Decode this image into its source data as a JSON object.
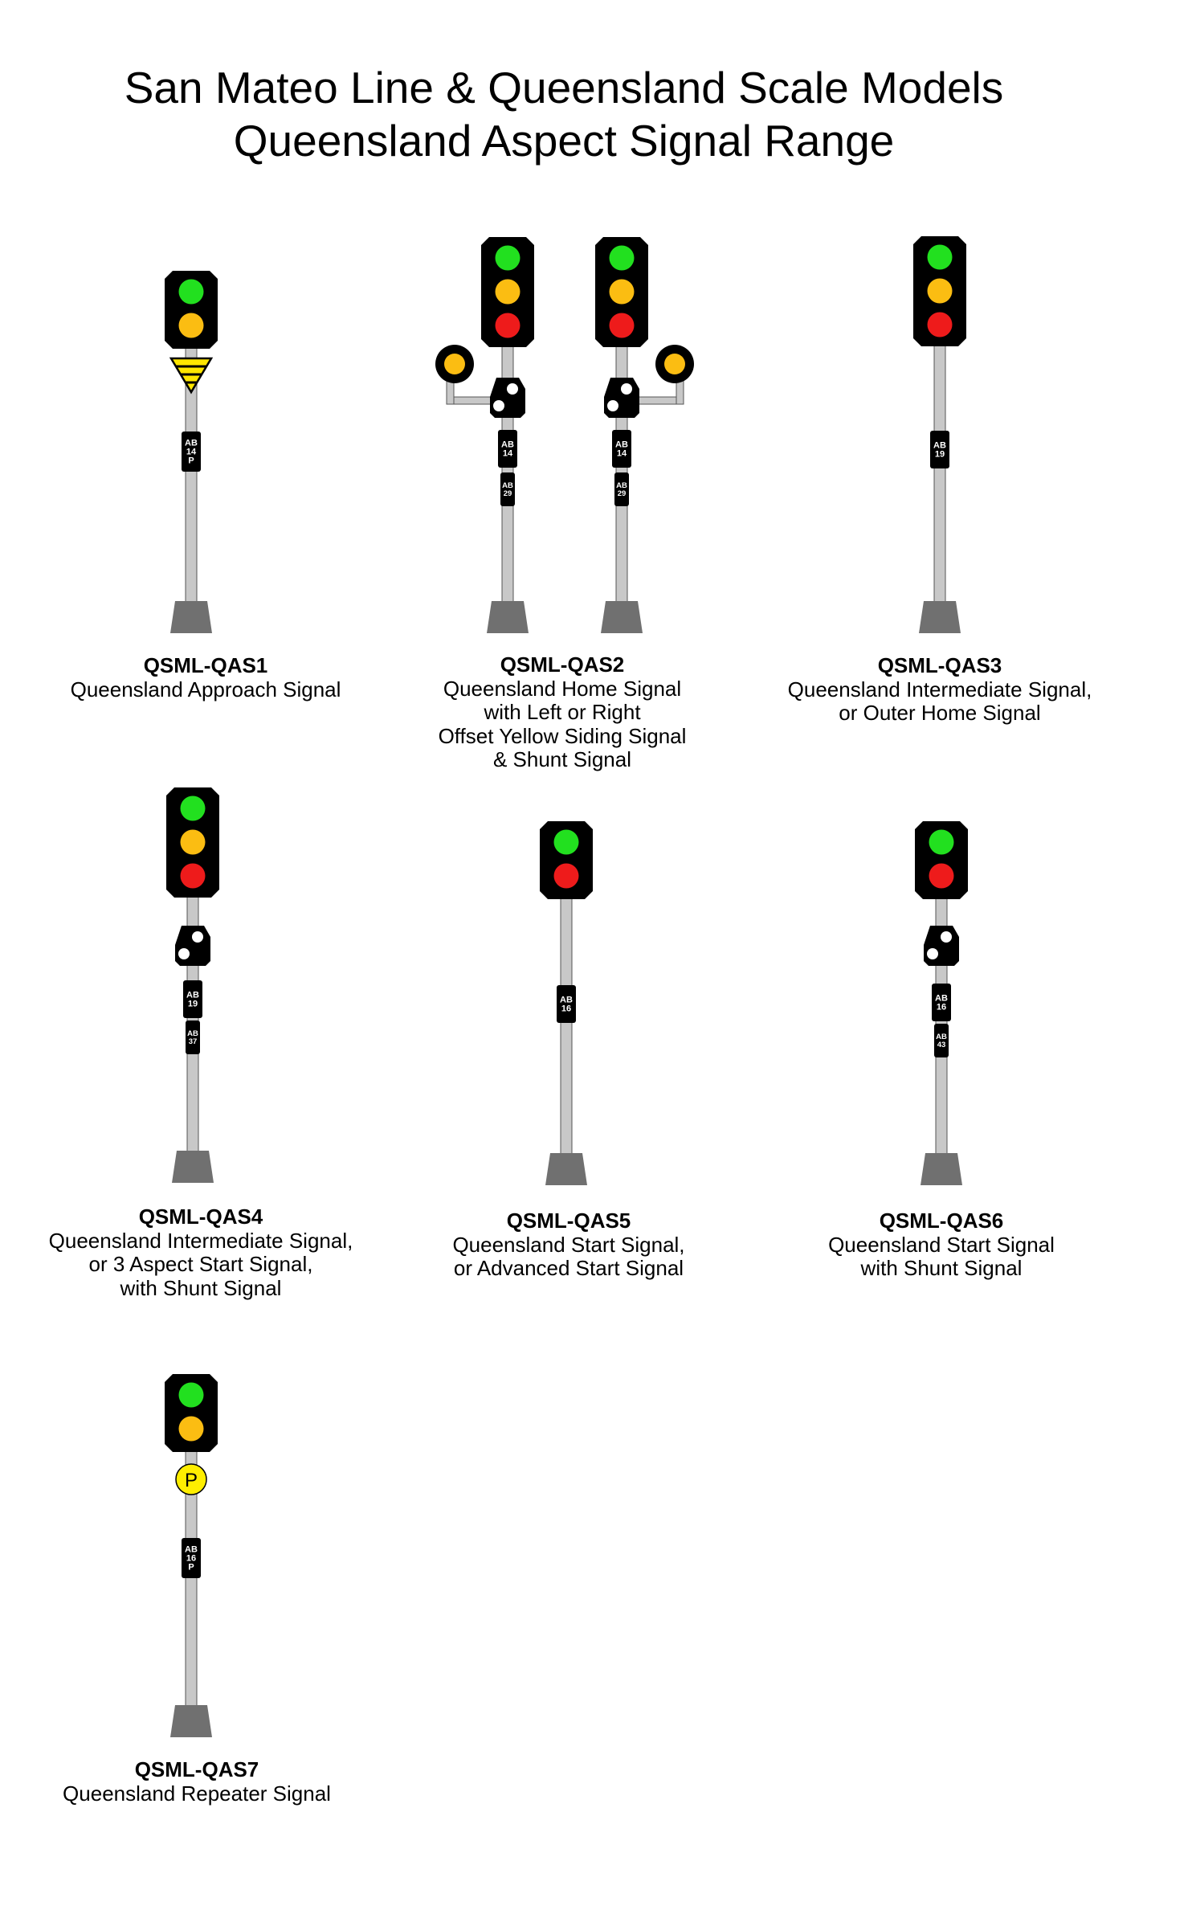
{
  "title": {
    "line1": "San Mateo Line & Queensland Scale Models",
    "line2": "Queensland Aspect Signal Range"
  },
  "colors": {
    "green": "#22e01f",
    "yellow": "#fbbd12",
    "red": "#ee1b1b",
    "head": "#000000",
    "pole": "#c8c8c8",
    "base": "#707070",
    "repeater": "#ffee00"
  },
  "signals": [
    {
      "code": "QSML-QAS1",
      "lines": [
        "Queensland Approach Signal"
      ],
      "aspects": [
        "green",
        "yellow"
      ],
      "approach_marker": true,
      "plates": [
        [
          "AB",
          "14",
          "P"
        ]
      ]
    },
    {
      "code": "QSML-QAS2",
      "lines": [
        "Queensland Home Signal",
        "with Left or Right",
        "Offset Yellow Siding Signal",
        "& Shunt Signal"
      ],
      "variants": [
        {
          "aspects": [
            "green",
            "yellow",
            "red"
          ],
          "siding_side": "left",
          "shunt": true,
          "plates": [
            [
              "AB",
              "14"
            ],
            [
              "AB",
              "29"
            ]
          ]
        },
        {
          "aspects": [
            "green",
            "yellow",
            "red"
          ],
          "siding_side": "right",
          "shunt": true,
          "plates": [
            [
              "AB",
              "14"
            ],
            [
              "AB",
              "29"
            ]
          ]
        }
      ]
    },
    {
      "code": "QSML-QAS3",
      "lines": [
        "Queensland Intermediate Signal,",
        "or Outer Home Signal"
      ],
      "aspects": [
        "green",
        "yellow",
        "red"
      ],
      "plates": [
        [
          "AB",
          "19"
        ]
      ]
    },
    {
      "code": "QSML-QAS4",
      "lines": [
        "Queensland Intermediate Signal,",
        "or 3 Aspect Start Signal,",
        "with Shunt Signal"
      ],
      "aspects": [
        "green",
        "yellow",
        "red"
      ],
      "shunt": true,
      "plates": [
        [
          "AB",
          "19"
        ],
        [
          "AB",
          "37"
        ]
      ]
    },
    {
      "code": "QSML-QAS5",
      "lines": [
        "Queensland Start Signal,",
        "or Advanced Start Signal"
      ],
      "aspects": [
        "green",
        "red"
      ],
      "plates": [
        [
          "AB",
          "16"
        ]
      ]
    },
    {
      "code": "QSML-QAS6",
      "lines": [
        "Queensland Start Signal",
        "with Shunt Signal"
      ],
      "aspects": [
        "green",
        "red"
      ],
      "shunt": true,
      "plates": [
        [
          "AB",
          "16"
        ],
        [
          "AB",
          "43"
        ]
      ]
    },
    {
      "code": "QSML-QAS7",
      "lines": [
        "Queensland Repeater Signal"
      ],
      "aspects": [
        "green",
        "yellow"
      ],
      "repeater_marker": "P",
      "plates": [
        [
          "AB",
          "16",
          "P"
        ]
      ]
    }
  ]
}
